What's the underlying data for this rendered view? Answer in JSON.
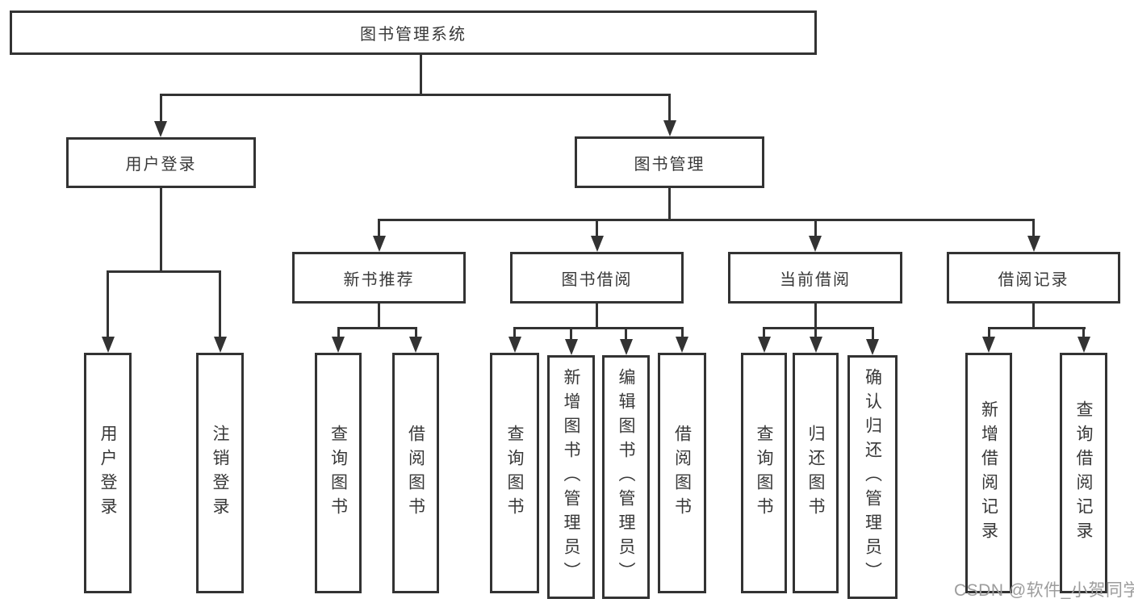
{
  "diagram": {
    "title": "图书管理系统",
    "root": {
      "label": "图书管理系统"
    },
    "branches": [
      {
        "label": "用户登录",
        "children": [
          "用户登录",
          "注销登录"
        ]
      },
      {
        "label": "图书管理"
      }
    ],
    "modules": [
      {
        "label": "新书推荐",
        "children": [
          "查询图书",
          "借阅图书"
        ]
      },
      {
        "label": "图书借阅",
        "children": [
          "查询图书",
          "新增图书（管理员）",
          "编辑图书（管理员）",
          "借阅图书"
        ]
      },
      {
        "label": "当前借阅",
        "children": [
          "查询图书",
          "归还图书",
          "确认归还（管理员）"
        ]
      },
      {
        "label": "借阅记录",
        "children": [
          "新增借阅记录",
          "查询借阅记录"
        ]
      }
    ]
  },
  "watermark": {
    "text": "CSDN @软件_小贺同学",
    "color": "#9c9c9c"
  },
  "colors": {
    "line": "#333333",
    "text": "#383838",
    "box_bg": "#ffffff",
    "background": "#ffffff"
  }
}
